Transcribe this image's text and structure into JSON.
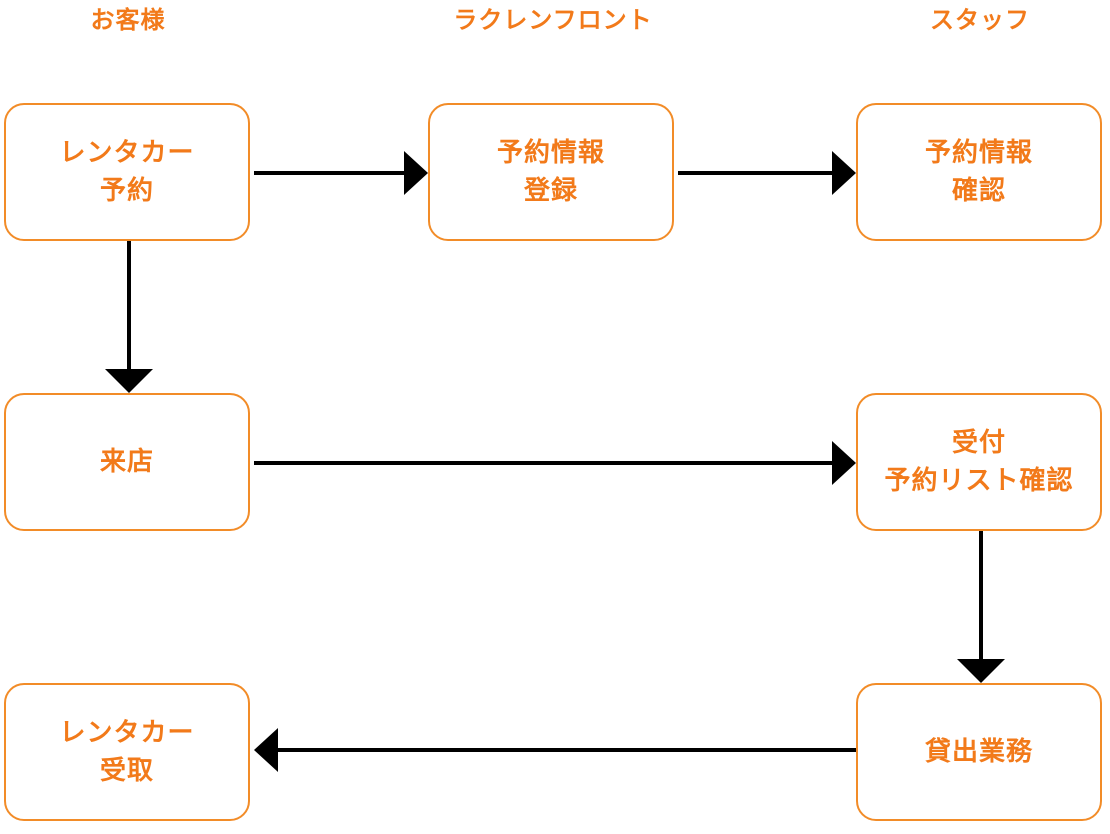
{
  "lanes": {
    "customer": "お客様",
    "front": "ラクレンフロント",
    "staff": "スタッフ"
  },
  "nodes": {
    "rental_reservation": [
      "レンタカー",
      "予約"
    ],
    "reservation_register": [
      "予約情報",
      "登録"
    ],
    "reservation_confirm": [
      "予約情報",
      "確認"
    ],
    "store_visit": [
      "来店"
    ],
    "reception": [
      "受付",
      "予約リスト確認"
    ],
    "rental_pickup": [
      "レンタカー",
      "受取"
    ],
    "lending": [
      "貸出業務"
    ]
  },
  "colors": {
    "accent": "#f27a1a",
    "border": "#f28c28",
    "arrow": "#000000"
  }
}
